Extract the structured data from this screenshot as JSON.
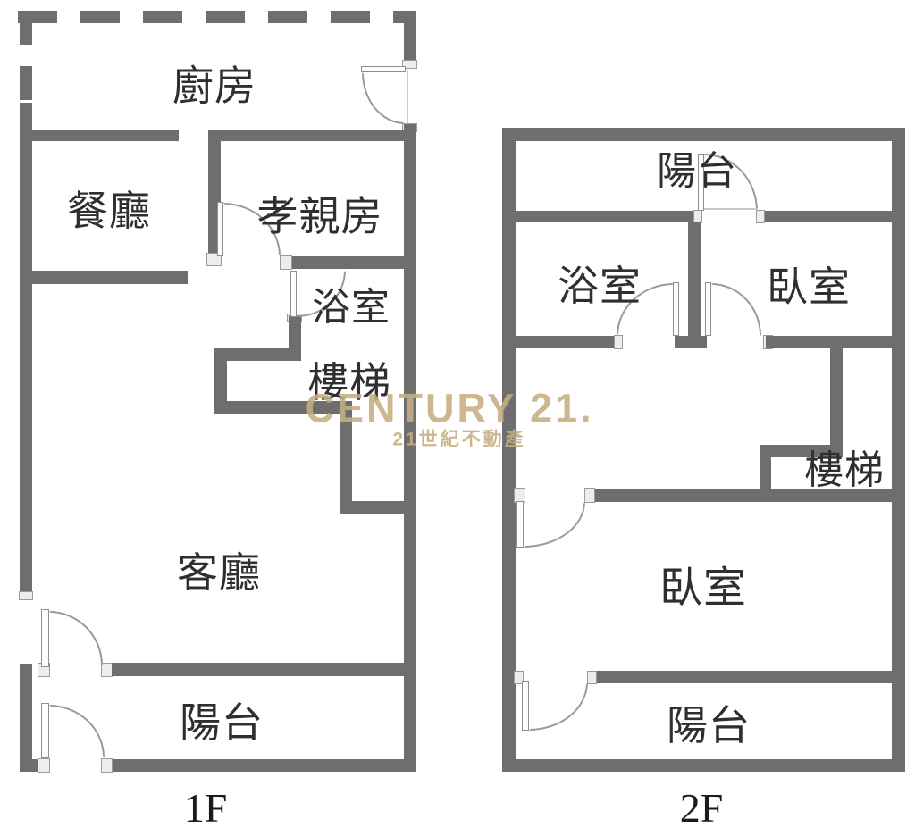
{
  "labels": {
    "f1_kitchen": "廚房",
    "f1_dining": "餐廳",
    "f1_elder_room": "孝親房",
    "f1_bathroom": "浴室",
    "f1_stairs": "樓梯",
    "f1_living": "客廳",
    "f1_balcony": "陽台",
    "f1_floor": "1F",
    "f2_balcony_top": "陽台",
    "f2_bathroom": "浴室",
    "f2_bedroom_right": "臥室",
    "f2_stairs": "樓梯",
    "f2_bedroom_main": "臥室",
    "f2_balcony_bottom": "陽台",
    "f2_floor": "2F"
  },
  "watermark": {
    "brand": "CENTURY 21.",
    "subtitle": "21世紀不動產",
    "color": "#c5ae82"
  },
  "colors": {
    "wall": "#6e6e6e",
    "door_line": "#9a9a9a",
    "label_text": "#2f2f2f"
  }
}
